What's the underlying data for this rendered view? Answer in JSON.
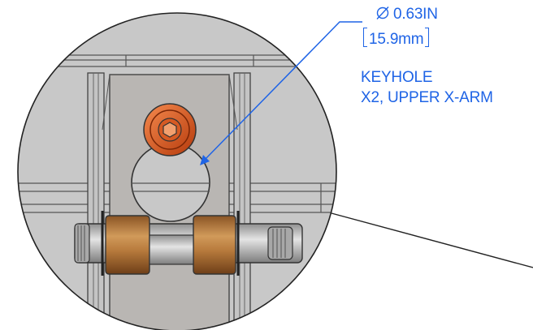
{
  "callout": {
    "diameter_symbol": "⌀",
    "diameter": "0.63IN",
    "metric": "15.9mm",
    "feature": "KEYHOLE",
    "quantity_location": "X2, UPPER X-ARM"
  },
  "colors": {
    "annotation_blue": "#1f64e6",
    "detail_gray": "#c8c8c8",
    "bracket_gray": "#b9b6b3",
    "bolt_orange": "#ec5a1e",
    "spacer_brown": "#b77a3c",
    "outline": "#333333"
  },
  "icons": {
    "diameter": "diameter-symbol-icon"
  }
}
